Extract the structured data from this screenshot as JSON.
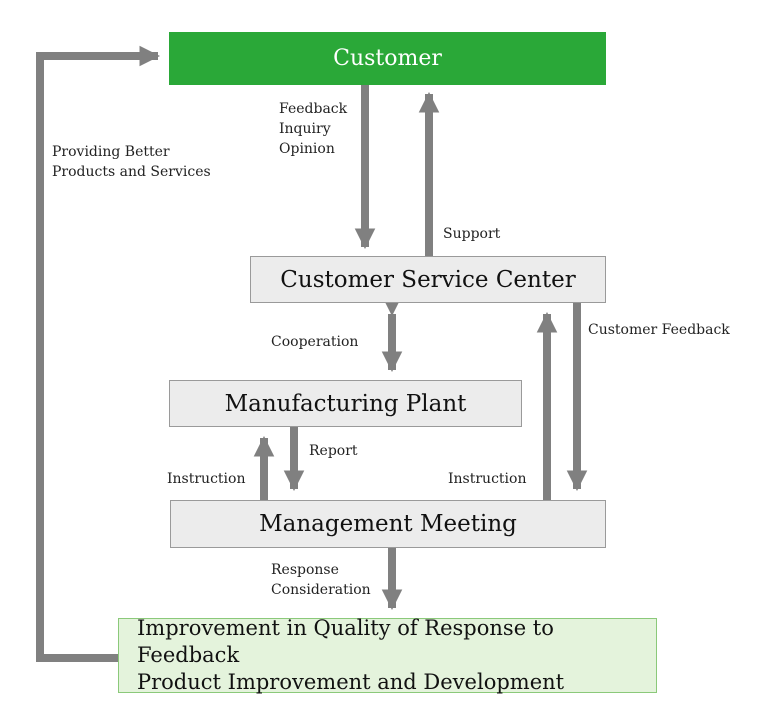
{
  "boxes": {
    "customer": "Customer",
    "customer_service_center": "Customer Service Center",
    "manufacturing_plant": "Manufacturing Plant",
    "management_meeting": "Management Meeting",
    "improvement": [
      "Improvement in Quality of Response to Feedback",
      "Product Improvement and Development"
    ]
  },
  "labels": {
    "feedback_inquiry_opinion": [
      "Feedback",
      "Inquiry",
      "Opinion"
    ],
    "support": "Support",
    "providing_better": [
      "Providing Better",
      "Products and Services"
    ],
    "cooperation": "Cooperation",
    "customer_feedback": "Customer Feedback",
    "report": "Report",
    "instruction_left": "Instruction",
    "instruction_right": "Instruction",
    "response_consideration": [
      "Response",
      "Consideration"
    ]
  },
  "colors": {
    "customer_fill": "#2aa838",
    "box_fill": "#ececec",
    "improvement_fill": "#e4f3dc",
    "arrow": "#808080"
  }
}
